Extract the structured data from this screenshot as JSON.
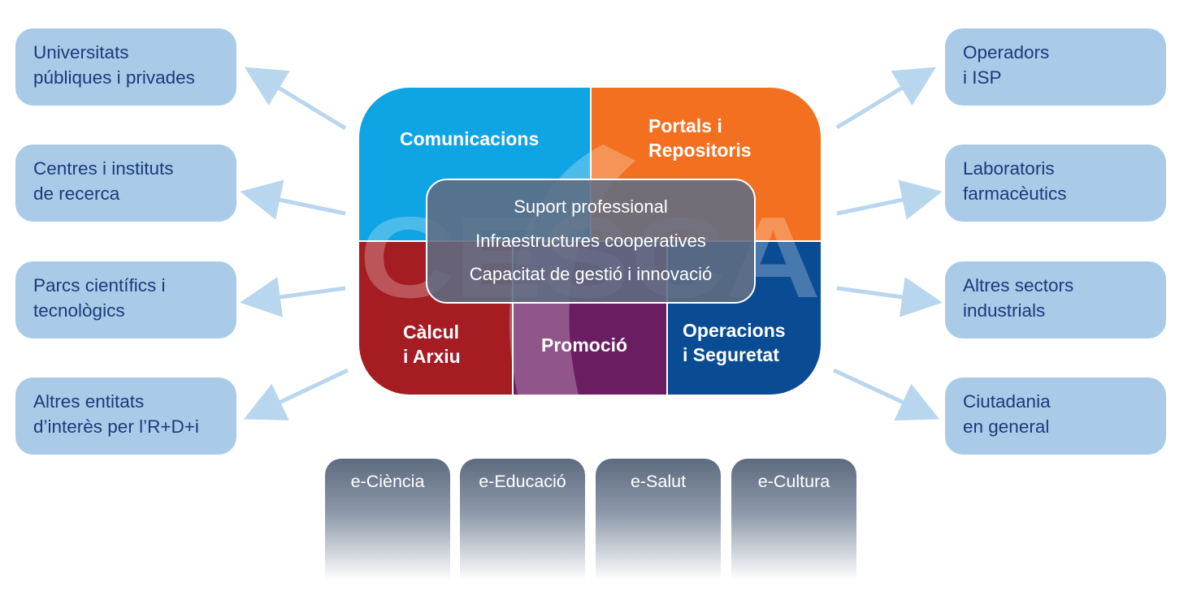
{
  "left_boxes": [
    {
      "lines": [
        "Universitats",
        "públiques i privades"
      ]
    },
    {
      "lines": [
        "Centres i instituts",
        "de recerca"
      ]
    },
    {
      "lines": [
        "Parcs científics i",
        "tecnològics"
      ]
    },
    {
      "lines": [
        "Altres entitats",
        "d’interès per l’R+D+i"
      ]
    }
  ],
  "right_boxes": [
    {
      "lines": [
        "Operadors",
        "i ISP"
      ]
    },
    {
      "lines": [
        "Laboratoris",
        "farmacèutics"
      ]
    },
    {
      "lines": [
        "Altres sectors",
        "industrials"
      ]
    },
    {
      "lines": [
        "Ciutadania",
        "en general"
      ]
    }
  ],
  "areas": {
    "comunicacions": {
      "lines": [
        "Comunicacions"
      ]
    },
    "portals": {
      "lines": [
        "Portals i",
        "Repositoris"
      ]
    },
    "calcul": {
      "lines": [
        "Càlcul",
        "i Arxiu"
      ]
    },
    "promocio": {
      "lines": [
        "Promoció"
      ]
    },
    "operacions": {
      "lines": [
        "Operacions",
        "i Seguretat"
      ]
    }
  },
  "watermark_text": "CESCA",
  "center": {
    "lines": [
      "Suport professional",
      "Infraestructures cooperatives",
      "Capacitat de gestió i innovació"
    ]
  },
  "tabs": [
    "e-Ciència",
    "e-Educació",
    "e-Salut",
    "e-Cultura"
  ],
  "colors": {
    "side_box": "#a9cbe8",
    "side_text": "#1b3b7a",
    "arrow": "#b8d6ee",
    "comunicacions": "#0fa4e3",
    "portals": "#f37021",
    "calcul": "#a51c22",
    "promocio": "#6b1d62",
    "operacions": "#0a4c94"
  }
}
